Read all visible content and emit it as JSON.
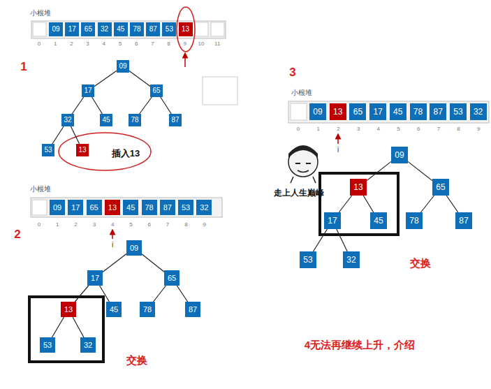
{
  "diagram": {
    "nodes": [
      {
        "text": [
          "09"
        ]
      },
      {
        "text": [
          "17"
        ]
      },
      {
        "text": [
          "65"
        ]
      },
      {
        "text": [
          "32"
        ]
      },
      {
        "text": [
          "45"
        ]
      },
      {
        "text": [
          "78"
        ]
      },
      {
        "text": [
          "87"
        ]
      },
      {
        "text": [
          "53"
        ]
      },
      {
        "text": [
          "13"
        ]
      },
      {
        "text": [
          "09"
        ]
      },
      {
        "text": [
          "17"
        ]
      },
      {
        "text": [
          "65"
        ]
      },
      {
        "text": [
          "13"
        ]
      },
      {
        "text": [
          "45"
        ]
      },
      {
        "text": [
          "78"
        ]
      },
      {
        "text": [
          "87"
        ]
      },
      {
        "text": [
          "53"
        ]
      },
      {
        "text": [
          "32"
        ]
      },
      {
        "text": [
          "09"
        ]
      },
      {
        "text": [
          "13"
        ]
      },
      {
        "text": [
          "65"
        ]
      },
      {
        "text": [
          "17"
        ]
      },
      {
        "text": [
          "45"
        ]
      },
      {
        "text": [
          "78"
        ]
      },
      {
        "text": [
          "87"
        ]
      },
      {
        "text": [
          "53"
        ]
      },
      {
        "text": [
          "32"
        ]
      }
    ],
    "edges": [
      {
        "from": 0,
        "to": 1,
        "arrow": "none"
      },
      {
        "from": 0,
        "to": 2,
        "arrow": "none"
      },
      {
        "from": 1,
        "to": 3,
        "arrow": "none"
      },
      {
        "from": 1,
        "to": 4,
        "arrow": "none"
      },
      {
        "from": 2,
        "to": 5,
        "arrow": "none"
      },
      {
        "from": 2,
        "to": 6,
        "arrow": "none"
      },
      {
        "from": 3,
        "to": 7,
        "arrow": "none"
      },
      {
        "from": 3,
        "to": 8,
        "arrow": "none"
      },
      {
        "from": 9,
        "to": 10,
        "arrow": "none"
      },
      {
        "from": 9,
        "to": 11,
        "arrow": "none"
      },
      {
        "from": 10,
        "to": 12,
        "arrow": "none"
      },
      {
        "from": 10,
        "to": 13,
        "arrow": "none"
      },
      {
        "from": 11,
        "to": 14,
        "arrow": "none"
      },
      {
        "from": 11,
        "to": 15,
        "arrow": "none"
      },
      {
        "from": 12,
        "to": 16,
        "arrow": "none"
      },
      {
        "from": 12,
        "to": 17,
        "arrow": "none"
      },
      {
        "from": 18,
        "to": 19,
        "arrow": "none"
      },
      {
        "from": 18,
        "to": 20,
        "arrow": "none"
      },
      {
        "from": 19,
        "to": 21,
        "arrow": "none"
      },
      {
        "from": 19,
        "to": 22,
        "arrow": "none"
      },
      {
        "from": 20,
        "to": 23,
        "arrow": "none"
      },
      {
        "from": 20,
        "to": 24,
        "arrow": "none"
      },
      {
        "from": 21,
        "to": 25,
        "arrow": "none"
      },
      {
        "from": 21,
        "to": 26,
        "arrow": "none"
      }
    ],
    "labels": [
      "小根堆",
      "09",
      "17",
      "65",
      "32",
      "45",
      "78",
      "87",
      "53",
      "13",
      "0",
      "1",
      "2",
      "3",
      "4",
      "5",
      "6",
      "7",
      "8",
      "9",
      "10",
      "11",
      "1",
      "插入13",
      "小根堆",
      "09",
      "17",
      "65",
      "13",
      "45",
      "78",
      "87",
      "53",
      "32",
      "0",
      "1",
      "2",
      "3",
      "4",
      "5",
      "6",
      "7",
      "8",
      "9",
      "i",
      "2",
      "交换",
      "3",
      "小根堆",
      "09",
      "13",
      "65",
      "17",
      "45",
      "78",
      "87",
      "53",
      "32",
      "0",
      "1",
      "2",
      "3",
      "4",
      "5",
      "6",
      "7",
      "8",
      "9",
      "i",
      "走上人生巅峰",
      "交换",
      "4无法再继续上升，介绍"
    ]
  }
}
